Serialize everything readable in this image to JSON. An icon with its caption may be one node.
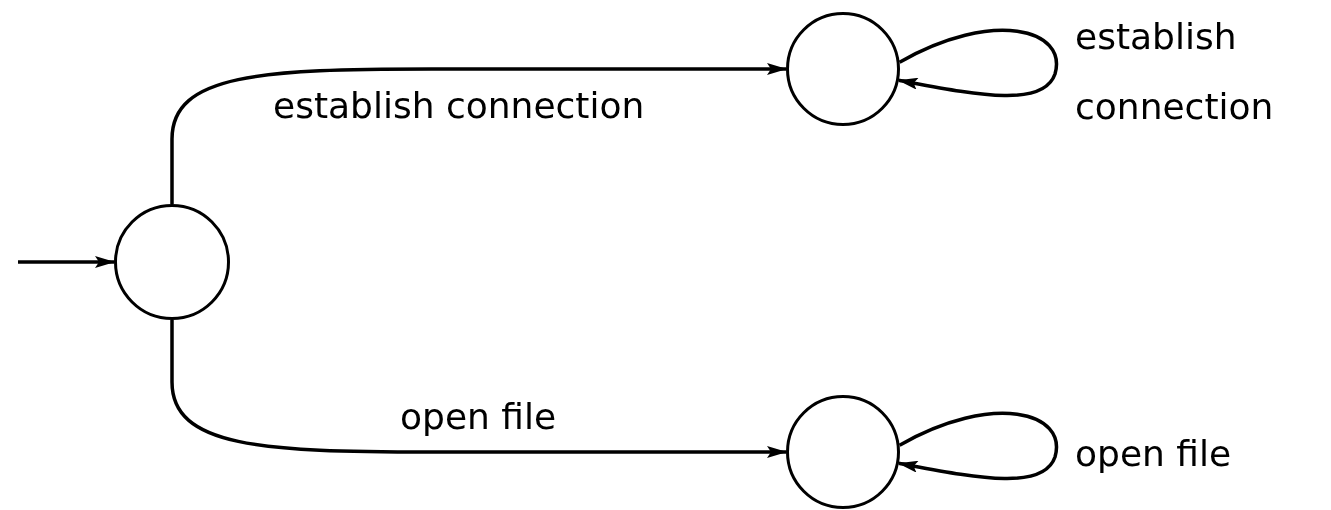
{
  "diagram": {
    "nodes": [
      {
        "text": [],
        "shape": "circle"
      },
      {
        "text": [],
        "shape": "circle"
      },
      {
        "text": [],
        "shape": "circle"
      }
    ],
    "edges": [
      {
        "from": null,
        "to": 0,
        "arrow": "to"
      },
      {
        "from": 0,
        "to": 1,
        "arrow": "to",
        "label": "establish connection"
      },
      {
        "from": 1,
        "to": 1,
        "arrow": "to",
        "label": "establish connection"
      },
      {
        "from": 0,
        "to": 2,
        "arrow": "to",
        "label": "open file"
      },
      {
        "from": 2,
        "to": 2,
        "arrow": "to",
        "label": "open file"
      }
    ]
  }
}
